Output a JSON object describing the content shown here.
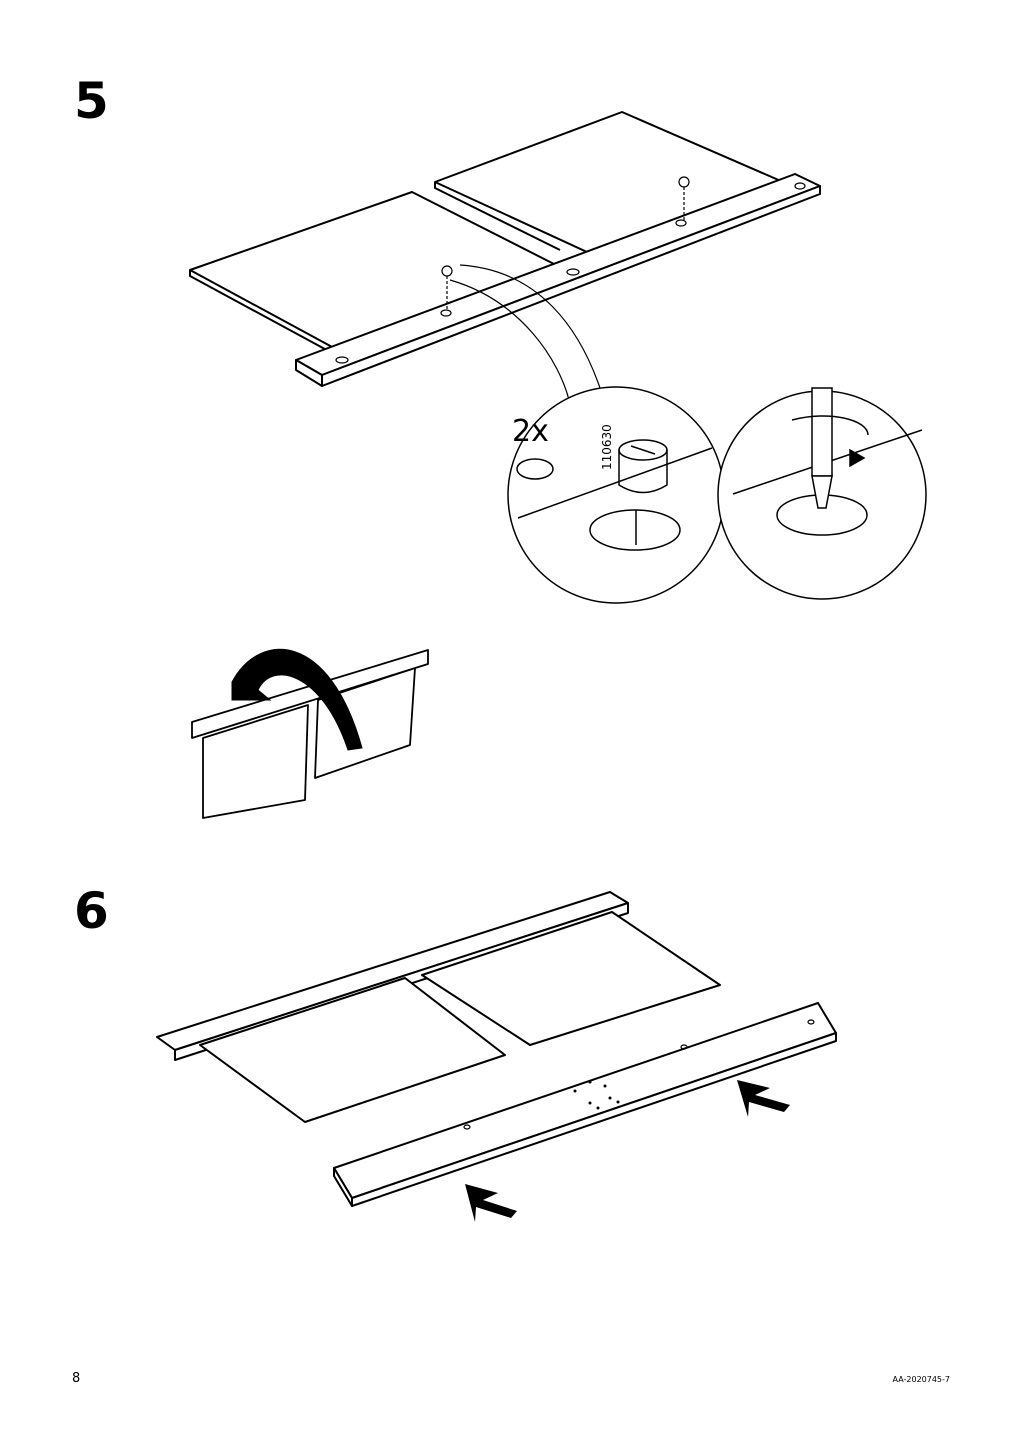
{
  "steps": [
    {
      "number": "5",
      "quantity": "2x",
      "part_number": "110630"
    },
    {
      "number": "6"
    }
  ],
  "footer": {
    "page_number": "8",
    "doc_id": "AA-2020745-7"
  }
}
